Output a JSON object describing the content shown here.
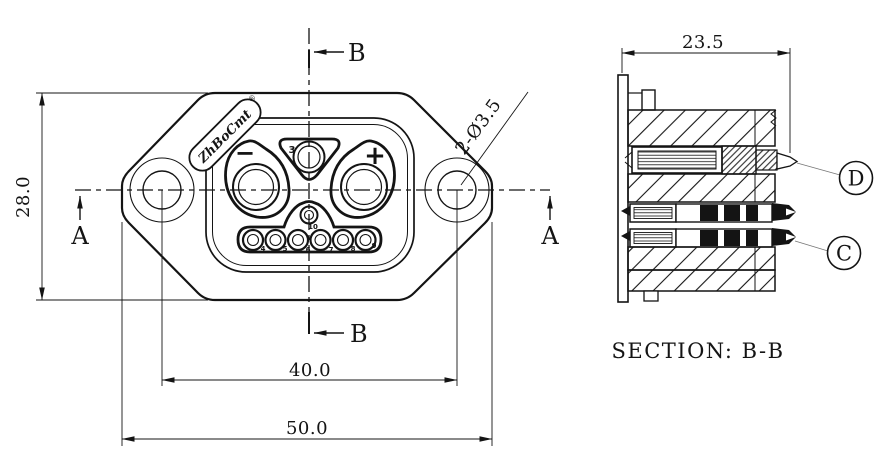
{
  "drawing": {
    "colors": {
      "background": "#ffffff",
      "line": "#141414"
    },
    "front_view": {
      "logo": {
        "text": "ZhBoCmt",
        "mark": "®"
      },
      "terminal_negative": "−",
      "terminal_positive": "+",
      "terminal_3": "3",
      "terminal_10": "10",
      "pin_numbers": [
        "4",
        "5",
        "6",
        "7",
        "8",
        "9"
      ],
      "dim_height": "28.0",
      "dim_hole_spacing": "40.0",
      "dim_width": "50.0",
      "note_holes": "2-Ø3.5",
      "mark_a": "A",
      "mark_b": "B"
    },
    "section_view": {
      "dim_depth": "23.5",
      "callout_d": "D",
      "callout_c": "C",
      "title": "SECTION: B-B"
    }
  }
}
